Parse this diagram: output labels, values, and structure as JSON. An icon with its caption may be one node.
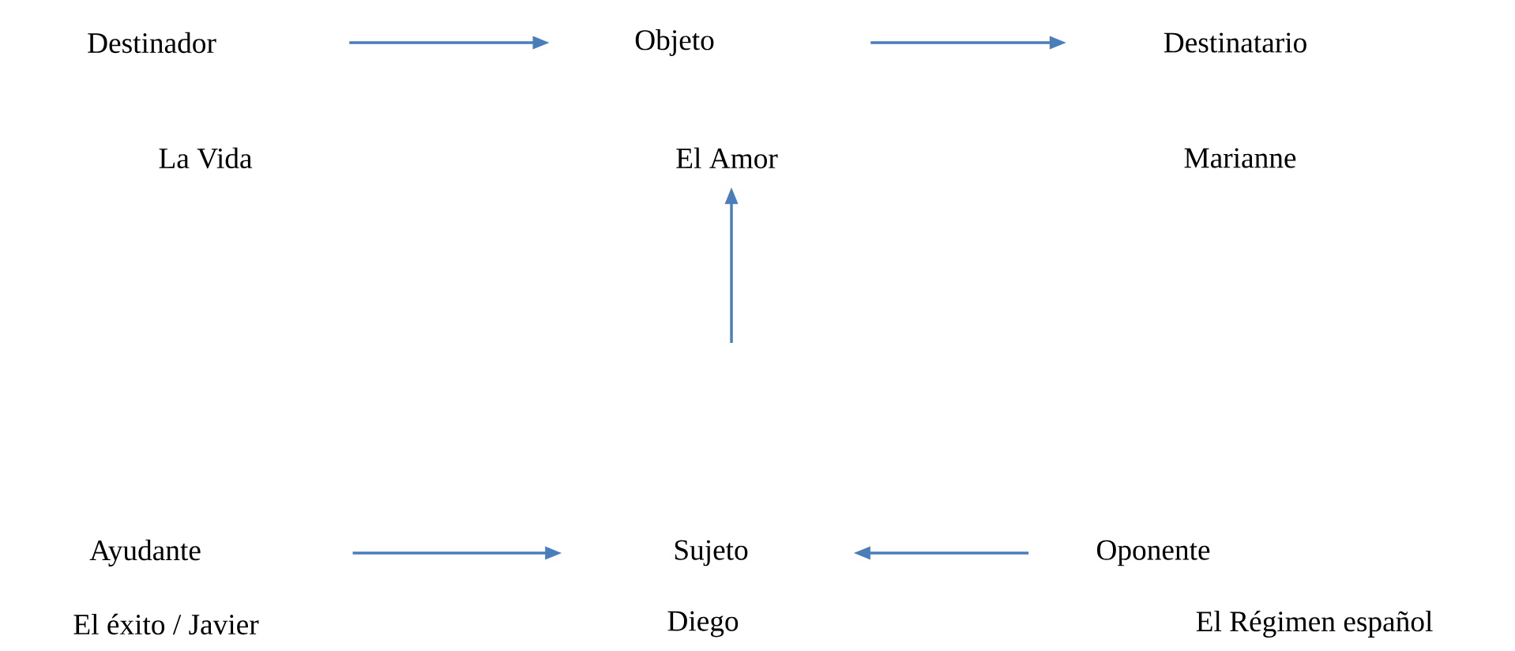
{
  "diagram": {
    "nodes": [
      {
        "text": [
          "Destinador",
          "La Vida"
        ]
      },
      {
        "text": [
          "Objeto",
          "El Amor"
        ]
      },
      {
        "text": [
          "Destinatario",
          "Marianne"
        ]
      },
      {
        "text": [
          "Ayudante",
          "El éxito / Javier"
        ]
      },
      {
        "text": [
          "Sujeto",
          "Diego"
        ]
      },
      {
        "text": [
          "Oponente",
          "El Régimen español"
        ]
      }
    ],
    "edges": [
      {
        "from": 0,
        "to": 1,
        "arrow": "to"
      },
      {
        "from": 1,
        "to": 2,
        "arrow": "to"
      },
      {
        "from": null,
        "to": 1,
        "arrow": "to"
      },
      {
        "from": 3,
        "to": 4,
        "arrow": "to"
      },
      {
        "from": 5,
        "to": 4,
        "arrow": "to"
      }
    ]
  }
}
